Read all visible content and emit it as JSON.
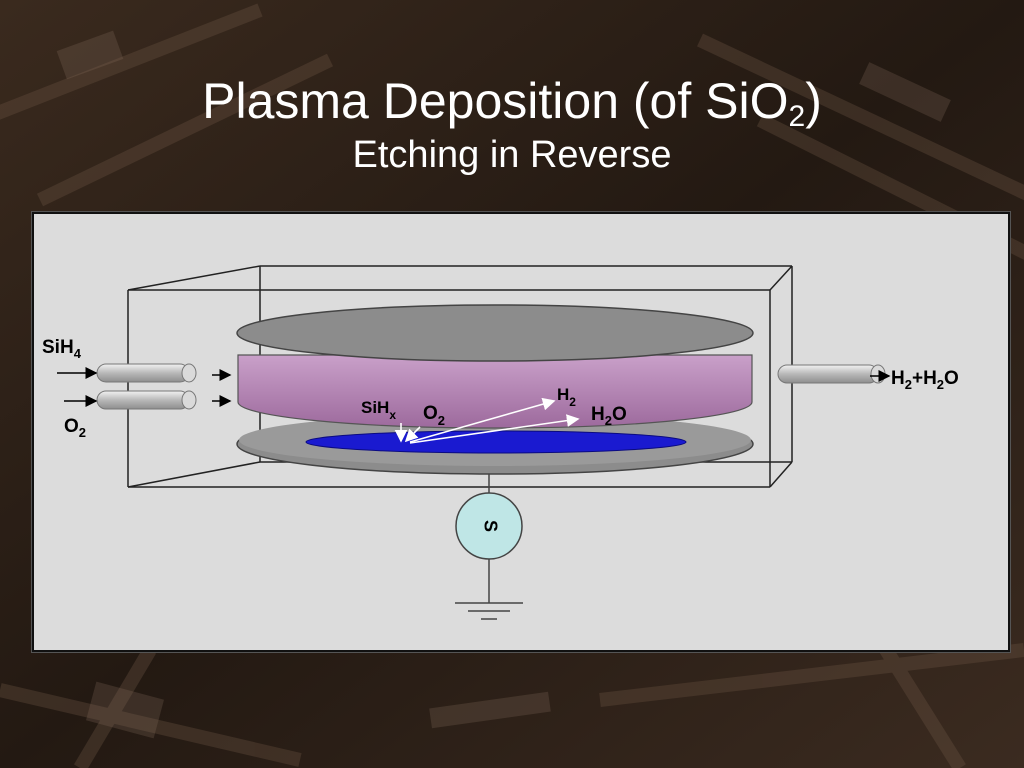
{
  "title": {
    "main_prefix": "Plasma Deposition (of SiO",
    "main_subscript": "2",
    "main_suffix": ")",
    "subtitle": "Etching in Reverse"
  },
  "diagram": {
    "labels": {
      "sih4_base": "SiH",
      "sih4_sub": "4",
      "o2_in_base": "O",
      "o2_in_sub": "2",
      "exhaust_h1": "H",
      "exhaust_h1_sub": "2",
      "exhaust_plus": "+H",
      "exhaust_h2_sub": "2",
      "exhaust_o": "O",
      "sihx_base": "SiH",
      "sihx_sub": "x",
      "o2_base": "O",
      "o2_sub": "2",
      "h2_base": "H",
      "h2_sub": "2",
      "h2o_h": "H",
      "h2o_sub": "2",
      "h2o_o": "O",
      "source": "S"
    },
    "colors": {
      "panel_bg": "#dcdcdc",
      "electrode_gray": "#8c8c8c",
      "plasma_pink": "#c392c3",
      "wafer_blue": "#1a1ad0",
      "source_fill": "#bfe6e6",
      "pipe": "#b8b8b8"
    }
  }
}
